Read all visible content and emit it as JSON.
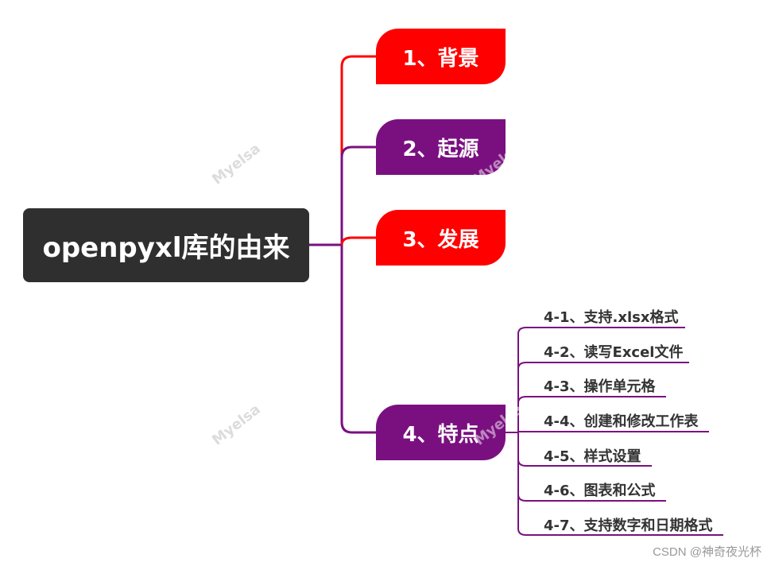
{
  "root": {
    "label": "openpyxl库的由来",
    "color": "#2f2f2f"
  },
  "branches": [
    {
      "label": "1、背景",
      "color": "#ff0000"
    },
    {
      "label": "2、起源",
      "color": "#7a1080"
    },
    {
      "label": "3、发展",
      "color": "#ff0000"
    },
    {
      "label": "4、特点",
      "color": "#7a1080"
    }
  ],
  "sub_items": [
    "4-1、支持.xlsx格式",
    "4-2、读写Excel文件",
    "4-3、操作单元格",
    "4-4、创建和修改工作表",
    "4-5、样式设置",
    "4-6、图表和公式",
    "4-7、支持数字和日期格式"
  ],
  "watermark": "Myelsa",
  "credit": "CSDN @神奇夜光杯"
}
